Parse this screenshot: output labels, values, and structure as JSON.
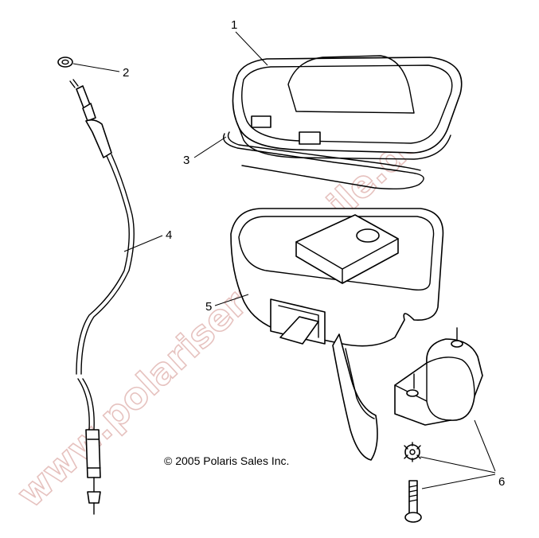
{
  "watermark": "www.polarisersatzteile.de",
  "copyright": "© 2005 Polaris Sales Inc.",
  "callouts": {
    "c1": "1",
    "c2": "2",
    "c3": "3",
    "c4": "4",
    "c5": "5",
    "c6": "6"
  }
}
